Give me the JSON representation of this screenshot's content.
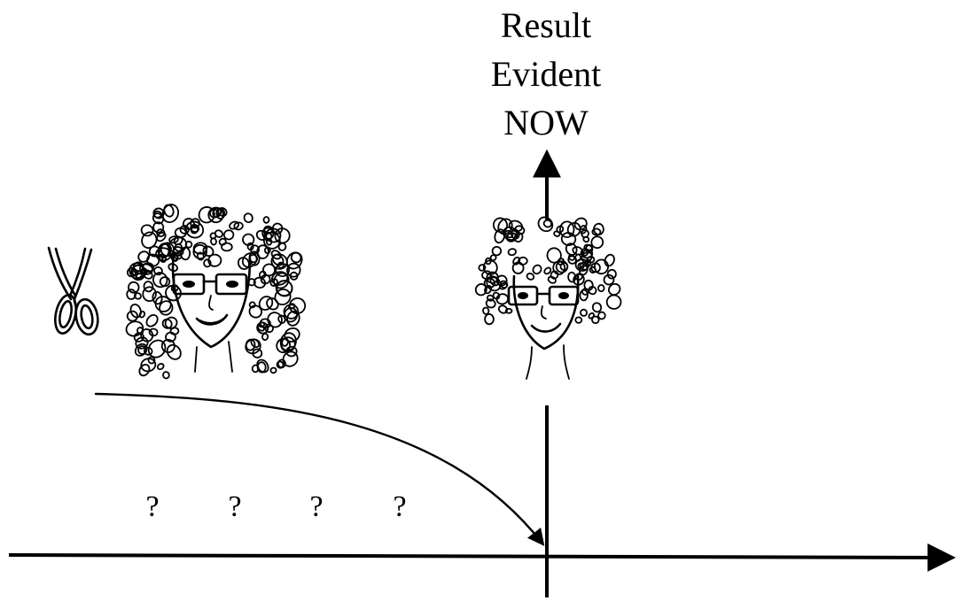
{
  "title": {
    "line1": "Result",
    "line2": "Evident",
    "line3": "NOW"
  },
  "question_marks": [
    "?",
    "?",
    "?",
    "?"
  ],
  "icons": {
    "scissors": "scissors-icon",
    "before_face": "long-curly-hair-face-icon",
    "after_face": "short-curly-hair-face-icon"
  },
  "colors": {
    "ink": "#000000",
    "background": "#ffffff"
  }
}
